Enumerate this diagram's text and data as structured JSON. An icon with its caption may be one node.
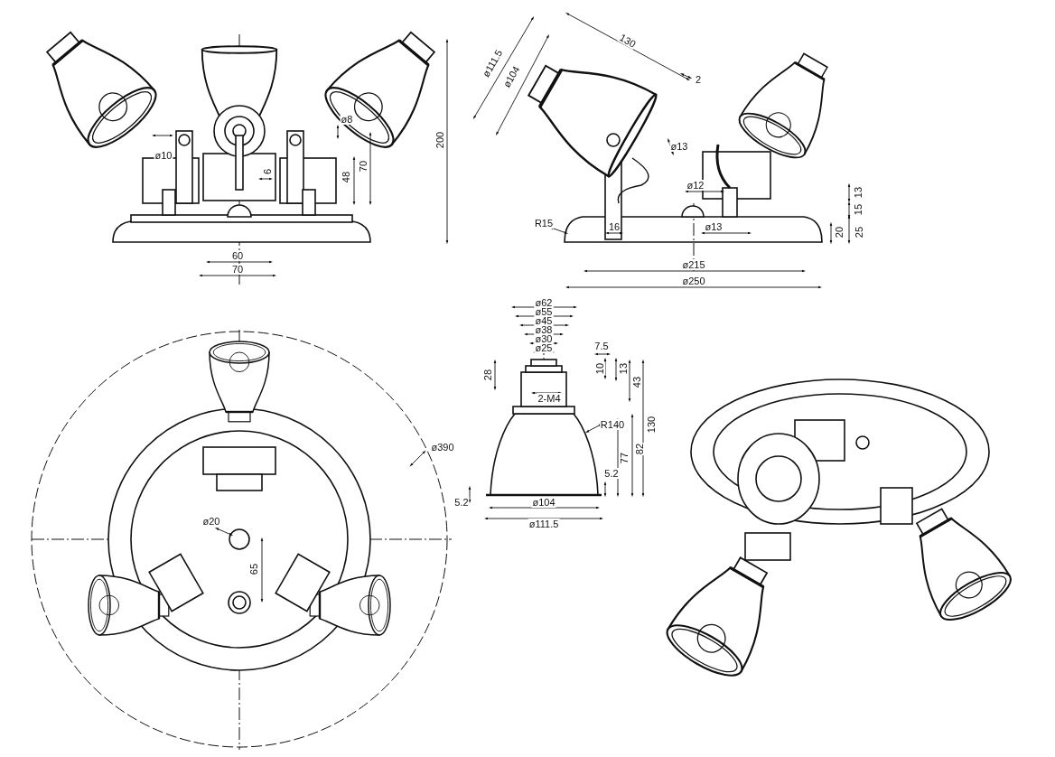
{
  "diagram": {
    "labels": [
      "ø8",
      "ø10",
      "6",
      "48",
      "70",
      "200",
      "60",
      "70",
      "130",
      "ø111.5",
      "ø104",
      "2",
      "ø13",
      "ø12",
      "13",
      "15",
      "R15",
      "16",
      "ø13",
      "20",
      "25",
      "ø215",
      "ø250",
      "ø62",
      "ø55",
      "ø45",
      "ø38",
      "ø30",
      "ø25",
      "7.5",
      "10",
      "13",
      "28",
      "43",
      "2-M4",
      "R140",
      "130",
      "82",
      "77",
      "5.2",
      "5.2",
      "ø104",
      "ø111.5",
      "ø390",
      "ø20",
      "65"
    ]
  }
}
